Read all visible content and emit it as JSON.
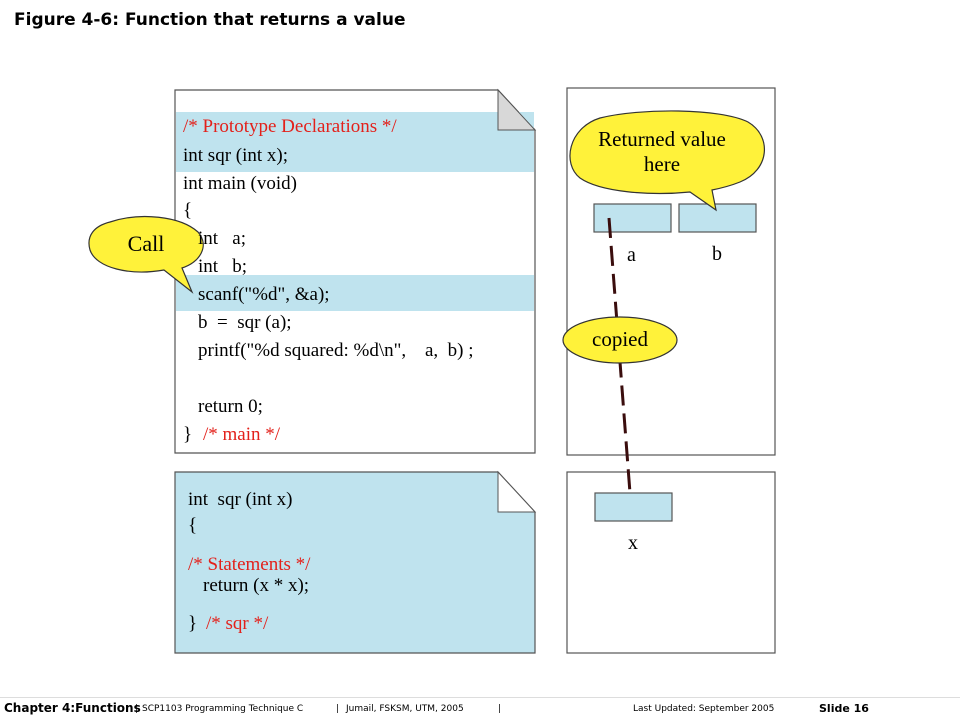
{
  "title": "Figure 4-6: Function that returns a value",
  "main_code": {
    "line1": "/* Prototype Declarations */",
    "line2": "int sqr (int x);",
    "line3": "int main (void)",
    "line4": "{",
    "line5": "int   a;",
    "line6": "int   b;",
    "line7": "scanf(\"%d\", &a);",
    "line8": "b  =  sqr (a);",
    "line9a": "printf(\"%d squared: %d\\n\",",
    "line9b": "a,  b) ;",
    "line10": "return 0;",
    "line11a": "}",
    "line11b": "/* main */"
  },
  "sqr_code": {
    "line1": "int  sqr (int x)",
    "line2": "{",
    "line3": "/* Statements */",
    "line4": "return (x * x);",
    "line5a": "}",
    "line5b": "/* sqr */"
  },
  "callouts": {
    "call": "Call",
    "returned_line1": "Returned value",
    "returned_line2": "here",
    "copied": "copied"
  },
  "memory": {
    "var_a": "a",
    "var_b": "b",
    "var_x": "x"
  },
  "footer": {
    "chapter": "Chapter 4:Functions",
    "course": "SCP1103 Programming Technique C",
    "author": "Jumail, FSKSM, UTM, 2005",
    "updated": "Last Updated: September 2005",
    "slide": "Slide 16"
  },
  "colors": {
    "highlight": "#bfe3ee",
    "bubble": "#fff23a",
    "comment_red": "#e3211b",
    "dashed_line": "#3a0d0d"
  }
}
